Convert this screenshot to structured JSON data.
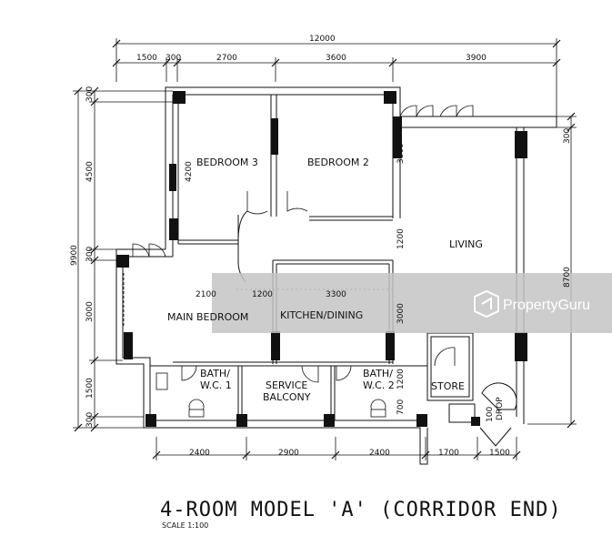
{
  "dimensions": {
    "top_total": "12000",
    "top": [
      "1500",
      "300",
      "2700",
      "3600",
      "3900"
    ],
    "left_total": "9900",
    "left": [
      "300",
      "4500",
      "300",
      "3000",
      "1500",
      "300"
    ],
    "right": [
      "300",
      "8700"
    ],
    "bottom": [
      "2400",
      "2900",
      "2400",
      "1700",
      "1500"
    ],
    "inner": [
      "4200",
      "3800",
      "1200",
      "2100",
      "1200",
      "3300",
      "3000",
      "1200",
      "700",
      "100"
    ]
  },
  "rooms": {
    "bedroom3": "BEDROOM 3",
    "bedroom2": "BEDROOM 2",
    "living": "LIVING",
    "main_bedroom": "MAIN BEDROOM",
    "kitchen": "KITCHEN/DINING",
    "bath1_a": "BATH/",
    "bath1_b": "W.C. 1",
    "service_a": "SERVICE",
    "service_b": "BALCONY",
    "bath2_a": "BATH/",
    "bath2_b": "W.C. 2",
    "store": "STORE",
    "drop": "DROP"
  },
  "title": "4-ROOM MODEL 'A' (CORRIDOR END)",
  "scale": "SCALE 1:100",
  "watermark": "PropertyGuru"
}
